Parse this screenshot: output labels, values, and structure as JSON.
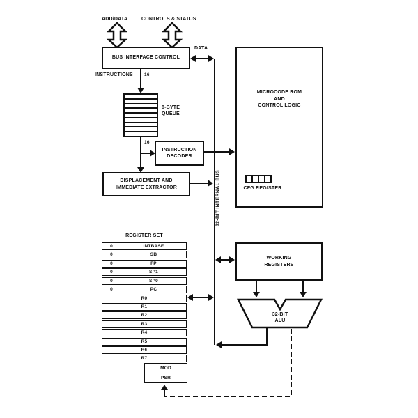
{
  "colors": {
    "ink": "#111111",
    "background": "#ffffff"
  },
  "top": {
    "add_data": "ADD/DATA",
    "controls_status": "CONTROLS & STATUS",
    "data": "DATA",
    "bus_interface_control": "BUS INTERFACE CONTROL",
    "instructions": "INSTRUCTIONS",
    "instructions_width": "16"
  },
  "queue": {
    "label": "8-BYTE\nQUEUE",
    "width": "16"
  },
  "decoder": {
    "label": "INSTRUCTION\nDECODER"
  },
  "extractor": {
    "label": "DISPLACEMENT AND\nIMMEDIATE EXTRACTOR"
  },
  "microcode": {
    "label": "MICROCODE ROM\nAND\nCONTROL LOGIC",
    "cfg_label": "CFG REGISTER"
  },
  "bus": {
    "label": "32-BIT INTERNAL BUS"
  },
  "register_set": {
    "title": "REGISTER SET",
    "dedicated": [
      {
        "prefix": "0",
        "name": "INTBASE"
      },
      {
        "prefix": "0",
        "name": "SB"
      },
      {
        "prefix": "0",
        "name": "FP"
      },
      {
        "prefix": "0",
        "name": "SP1"
      },
      {
        "prefix": "0",
        "name": "SP0"
      },
      {
        "prefix": "0",
        "name": "PC"
      }
    ],
    "general": [
      {
        "name": "R0"
      },
      {
        "name": "R1"
      },
      {
        "name": "R2"
      },
      {
        "name": "R3"
      },
      {
        "name": "R4"
      },
      {
        "name": "R5"
      },
      {
        "name": "R6"
      },
      {
        "name": "R7"
      }
    ],
    "extra": [
      {
        "name": "MOD"
      },
      {
        "name": "PSR"
      }
    ]
  },
  "working_registers": {
    "label": "WORKING\nREGISTERS"
  },
  "alu": {
    "label": "32-BIT\nALU"
  }
}
